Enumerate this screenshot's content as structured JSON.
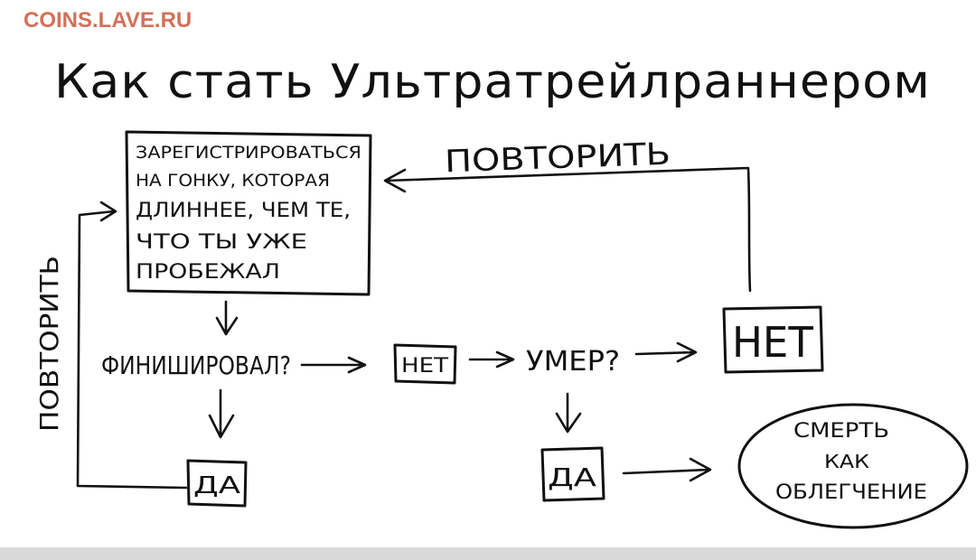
{
  "watermark": "COINS.LAVE.RU",
  "title": "Как стать Ультратрейлраннером",
  "start_box": {
    "lines": [
      "ЗАРЕГИСТРИРОВАТЬСЯ",
      "НА ГОНКУ, КОТОРАЯ",
      "ДЛИННЕЕ, ЧЕМ ТЕ,",
      "ЧТО ТЫ УЖЕ",
      "ПРОБЕЖАЛ"
    ]
  },
  "repeat_top": "ПОВТОРИТЬ",
  "repeat_left": "ПОВТОРИТЬ",
  "finished_question": "ФИНИШИРОВАЛ?",
  "finished_yes": "ДА",
  "finished_no": "НЕТ",
  "died_question": "УМЕР?",
  "died_yes": "ДА",
  "died_no": "НЕТ",
  "end_ellipse": {
    "lines": [
      "СМЕРТЬ",
      "КАК",
      "ОБЛЕГЧЕНИЕ"
    ]
  },
  "colors": {
    "ink": "#111111",
    "watermark": "#d2705a",
    "bottom_band": "#d9d9d9"
  }
}
